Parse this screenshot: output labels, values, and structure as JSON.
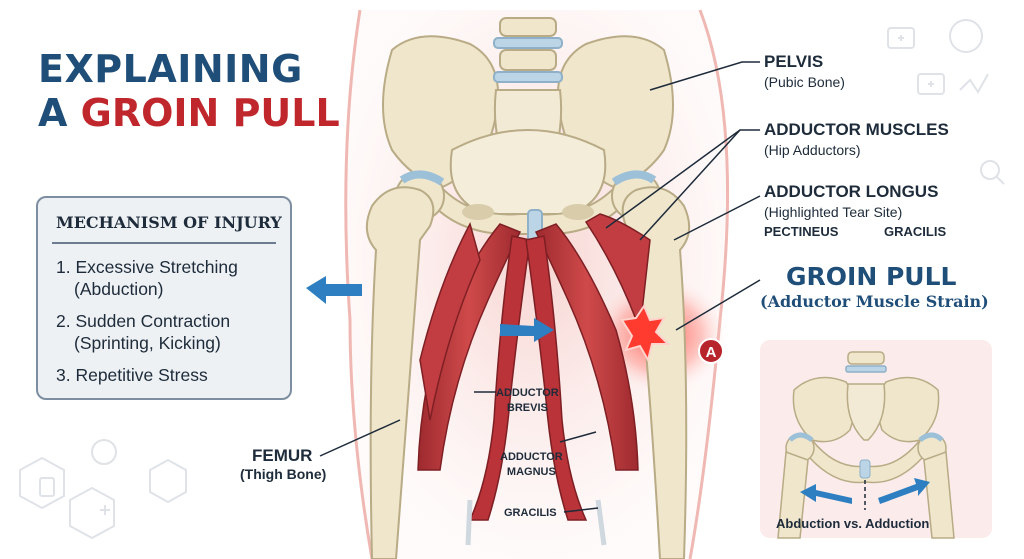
{
  "title": {
    "line1": "EXPLAINING",
    "line2_part1": "A ",
    "line2_part2": "GROIN PULL"
  },
  "mechanism": {
    "heading": "MECHANISM OF INJURY",
    "items": [
      {
        "line1": "1. Excessive Stretching",
        "line2": "(Abduction)"
      },
      {
        "line1": "2. Sudden Contraction",
        "line2": "(Sprinting, Kicking)"
      },
      {
        "line1": "3. Repetitive Stress",
        "line2": ""
      }
    ]
  },
  "labels": {
    "pelvis": {
      "name": "PELVIS",
      "sub": "(Pubic Bone)"
    },
    "adductor_muscles": {
      "name": "ADDUCTOR MUSCLES",
      "sub": "(Hip Adductors)"
    },
    "adductor_longus": {
      "name": "ADDUCTOR LONGUS",
      "sub": "(Highlighted Tear Site)"
    },
    "pectineus": "PECTINEUS",
    "gracilis_top": "GRACILIS",
    "groin_pull": {
      "name": "GROIN PULL",
      "sub": "(Adductor Muscle Strain)"
    },
    "tear_marker": "A",
    "femur": {
      "name": "FEMUR",
      "sub": "(Thigh Bone)"
    },
    "adductor_brevis": {
      "line1": "ADDUCTOR",
      "line2": "BREVIS"
    },
    "adductor_magnus": {
      "line1": "ADDUCTOR",
      "line2": "MAGNUS"
    },
    "gracilis_bottom": "GRACILIS"
  },
  "inset": {
    "caption": "Abduction vs. Adduction"
  },
  "colors": {
    "navy": "#1f4e79",
    "red": "#c0272d",
    "arrow_blue": "#2e7fc1",
    "bone": "#efe6cc",
    "muscle": "#b8333a",
    "skin": "#f7d6d3"
  }
}
